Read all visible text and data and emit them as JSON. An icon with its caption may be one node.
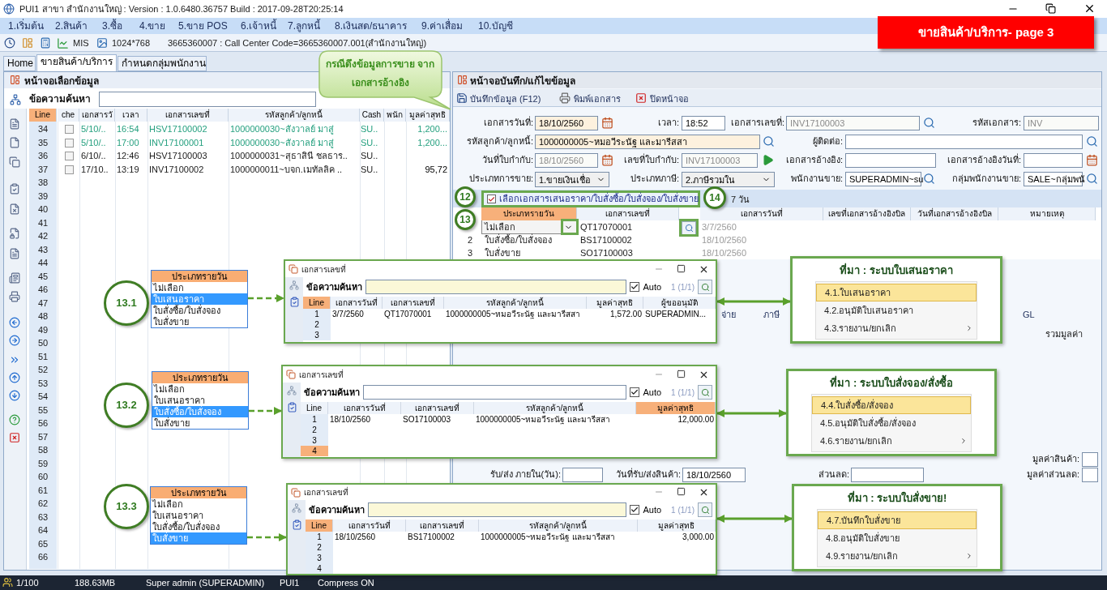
{
  "diagram": {
    "nodes": [
      {
        "text": [
          "ขายสินค้า/บริการ- page 3"
        ]
      },
      {
        "text": [
          "กรณีดึงข้อมูลการขาย จากเอกสารอ้างอิง"
        ]
      },
      {
        "text": [
          "12"
        ]
      },
      {
        "text": [
          "เลือกเอกสารเสนอราคา/ใบสั่งซื้อ/ใบสั่งจอง/ใบสั่งขาย"
        ]
      },
      {
        "text": [
          "13"
        ]
      },
      {
        "text": [],
        "shape": "box"
      },
      {
        "text": [
          "14"
        ]
      },
      {
        "text": [],
        "shape": "box"
      },
      {
        "text": [
          "13.1"
        ]
      },
      {
        "text": [
          "ประเภทรายวัน",
          "ไม่เลือก",
          "ใบเสนอราคา",
          "ใบสั่งซื้อ/ใบสั่งจอง",
          "ใบสั่งขาย"
        ]
      },
      {
        "text": [
          "เอกสารเลขที่",
          "ข้อความค้นหา",
          "Auto",
          "1 (1/1)",
          "Line",
          "เอกสารวันที่",
          "เอกสารเลขที่",
          "รหัสลูกค้า/ลูกหนี้",
          "มูลค่าสุทธิ",
          "ผู้ขออนุมัติ",
          "1",
          "3/7/2560",
          "QT17070001",
          "1000000005~หมอวีระนัฐ และมารีสสา",
          "1,572.00",
          "SUPERADMIN...",
          "2",
          "3"
        ]
      },
      {
        "text": [
          "ที่มา : ระบบใบเสนอราคา",
          "4.1.ใบเสนอราคา",
          "4.2.อนุมัติใบเสนอราคา",
          "4.3.รายงาน/ยกเลิก"
        ]
      },
      {
        "text": [
          "13.2"
        ]
      },
      {
        "text": [
          "ประเภทรายวัน",
          "ไม่เลือก",
          "ใบเสนอราคา",
          "ใบสั่งซื้อ/ใบสั่งจอง",
          "ใบสั่งขาย"
        ]
      },
      {
        "text": [
          "เอกสารเลขที่",
          "ข้อความค้นหา",
          "Auto",
          "1 (1/1)",
          "Line",
          "เอกสารวันที่",
          "เอกสารเลขที่",
          "รหัสลูกค้า/ลูกหนี้",
          "มูลค่าสุทธิ",
          "1",
          "18/10/2560",
          "SO17100003",
          "1000000005~หมอวีระนัฐ และมารีสสา",
          "12,000.00",
          "2",
          "3",
          "4"
        ]
      },
      {
        "text": [
          "ที่มา : ระบบใบสั่งจอง/สั่งซื้อ",
          "4.4.ใบสั่งซื้อ/สั่งจอง",
          "4.5.อนุมัติใบสั่งซื้อ/สั่งจอง",
          "4.6.รายงาน/ยกเลิก"
        ]
      },
      {
        "text": [
          "13.3"
        ]
      },
      {
        "text": [
          "ประเภทรายวัน",
          "ไม่เลือก",
          "ใบเสนอราคา",
          "ใบสั่งซื้อ/ใบสั่งจอง",
          "ใบสั่งขาย"
        ]
      },
      {
        "text": [
          "เอกสารเลขที่",
          "ข้อความค้นหา",
          "Auto",
          "1 (1/1)",
          "Line",
          "เอกสารวันที่",
          "เอกสารเลขที่",
          "รหัสลูกค้า/ลูกหนี้",
          "มูลค่าสุทธิ",
          "1",
          "18/10/2560",
          "BS17100002",
          "1000000005~หมอวีระนัฐ และมารีสสา",
          "3,000.00",
          "2",
          "3",
          "4"
        ]
      },
      {
        "text": [
          "ที่มา : ระบบใบสั่งขาย!",
          "4.7.บันทึกใบสั่งขาย",
          "4.8.อนุมัติใบสั่งขาย",
          "4.9.รายงาน/ยกเลิก"
        ]
      }
    ],
    "edges": [
      {
        "from": 9,
        "to": 10,
        "arrow": "to",
        "style": "dashed"
      },
      {
        "from": 10,
        "to": 11,
        "arrow": "both"
      },
      {
        "from": 13,
        "to": 14,
        "arrow": "to",
        "style": "dashed"
      },
      {
        "from": 14,
        "to": 15,
        "arrow": "both"
      },
      {
        "from": 17,
        "to": 18,
        "arrow": "to",
        "style": "dashed"
      },
      {
        "from": 18,
        "to": 19,
        "arrow": "both"
      }
    ],
    "labels": [
      "PUI1 สาขา สำนักงานใหญ่ : Version : 1.0.6480.36757  Build : 2017-09-28T20:25:14",
      "1.เริ่มต้น",
      "2.สินค้า",
      "3.ซื้อ",
      "4.ขาย",
      "5.ขาย POS",
      "6.เจ้าหนี้",
      "7.ลูกหนี้",
      "8.เงินสด/ธนาคาร",
      "9.ค่าเสื่อม",
      "10.บัญชี",
      "MIS",
      "1024*768",
      "3665360007 : Call Center Code=3665360007.001(สำนักงานใหญ่)",
      "Home",
      "ขายสินค้า/บริการ",
      "กำหนดกลุ่มพนักงาน",
      "หน้าจอเลือกข้อมูล",
      "ข้อความค้นหา",
      "Line",
      "che",
      "เอกสารวั",
      "เวลา",
      "เอกสารเลขที่",
      "รหัสลูกค้า/ลูกหนี้",
      "Cash",
      "พนัก",
      "มูลค่าสุทธิ",
      "34",
      "5/10/..",
      "16:54",
      "HSV17100002",
      "1000000030~สังวาลย์ มาสู่",
      "SU..",
      "1,200...",
      "35",
      "5/10/..",
      "17:00",
      "INV17100001",
      "1000000030~สังวาลย์ มาสู่",
      "SU..",
      "1,200...",
      "36",
      "6/10/..",
      "12:46",
      "HSV17100003",
      "1000000031~สุธาสินี ชลธาร..",
      "SU..",
      "37",
      "17/10..",
      "13:19",
      "INV17100002",
      "1000000011~บจก.เมทัลลิค ..",
      "SU..",
      "95,72",
      "38",
      "39",
      "40",
      "41",
      "42",
      "43",
      "44",
      "45",
      "46",
      "47",
      "48",
      "49",
      "50",
      "51",
      "52",
      "53",
      "54",
      "55",
      "56",
      "57",
      "58",
      "59",
      "60",
      "61",
      "62",
      "63",
      "64",
      "65",
      "66",
      "หน้าจอบันทึก/แก้ไขข้อมูล",
      "บันทึกข้อมูล (F12)",
      "พิมพ์เอกสาร",
      "ปิดหน้าจอ",
      "เอกสารวันที่:",
      "18/10/2560",
      "เวลา:",
      "18:52",
      "เอกสารเลขที่:",
      "INV17100003",
      "รหัสเอกสาร:",
      "INV",
      "รหัสลูกค้า/ลูกหนี้:",
      "1000000005~หมอวีระนัฐ และมารีสสา",
      "ผู้ติดต่อ:",
      "วันที่ใบกำกับ:",
      "18/10/2560",
      "เลขที่ใบกำกับ:",
      "INV17100003",
      "เอกสารอ้างอิง:",
      "เอกสารอ้างอิงวันที่:",
      "ประเภทการขาย:",
      "1.ขายเงินเชื่อ",
      "ประเภทภาษี:",
      "2.ภาษีรวมใน",
      "พนักงานขาย:",
      "SUPERADMIN~su",
      "กลุ่มพนักงานขาย:",
      "SALE~กลุ่มพนั",
      "7 วัน",
      "ประเภทรายวัน",
      "เอกสารเลขที่",
      "เอกสารวันที่",
      "เลขที่เอกสารอ้างอิงบิล",
      "วันที่เอกสารอ้างอิงบิล",
      "หมายเหตุ",
      "ไม่เลือก",
      "QT17070001",
      "3/7/2560",
      "2",
      "ใบสั่งซื้อ/ใบสั่งจอง",
      "BS17100002",
      "18/10/2560",
      "3",
      "ใบสั่งขาย",
      "SO17100003",
      "18/10/2560",
      "จ่าย",
      "ภาษี",
      "GL",
      "รวมมูลค่า",
      "มูลค่าสินค้า:",
      "รับ/ส่ง ภายใน(วัน):",
      "วันที่รับ/ส่งสินค้า:",
      "18/10/2560",
      "ส่วนลด:",
      "มูลค่าส่วนลด:",
      "1/100",
      "188.63MB",
      "Super admin (SUPERADMIN)",
      "PUI1",
      "Compress ON"
    ]
  }
}
